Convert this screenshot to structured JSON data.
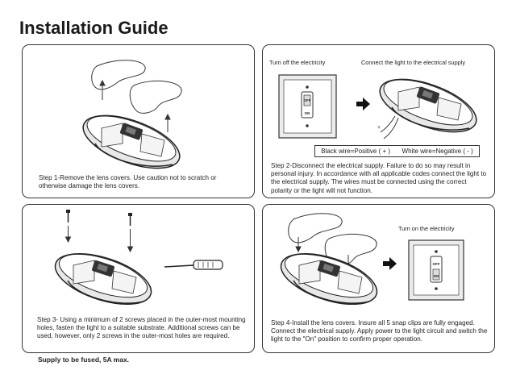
{
  "title": "Installation Guide",
  "steps": [
    {
      "text": "Step 1-Remove the lens covers. Use caution not to scratch or otherwise damage the lens covers."
    },
    {
      "label_off": "Turn off the electricity",
      "label_connect": "Connect the light to the electrical supply",
      "wire_black": "Black wire=Positive ( + )",
      "wire_white": "White wire=Negative ( - )",
      "switch_off": "OFF",
      "switch_on": "ON",
      "text": "Step 2-Disconnect the electrical supply. Failure to do so may result in personal injury. In accordance with all applicable codes connect the light to the electrical supply. The wires must be connected using the correct polarity or the light will not function."
    },
    {
      "text": "Step 3- Using a minimum of 2 screws placed in the outer-most mounting holes, fasten the light to a suitable substrate. Additional screws can be used, however, only 2 screws in the outer-most holes are required."
    },
    {
      "label_on": "Turn on the electricity",
      "switch_off": "OFF",
      "switch_on": "ON",
      "text": "Step 4-Install the lens covers. Insure all 5 snap clips are fully engaged. Connect the electrical supply. Apply power to the light circuit and switch the light to the \"On\" position to confirm proper operation."
    }
  ],
  "footer": "Supply to be fused, 5A max."
}
